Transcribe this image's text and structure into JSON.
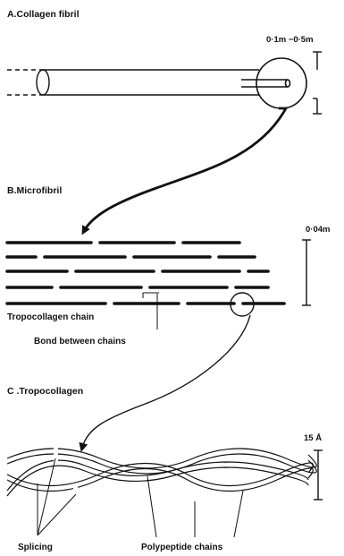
{
  "sections": {
    "a": {
      "title": "A.Collagen  fibril",
      "scale": "0·1m  −0·5m"
    },
    "b": {
      "title": "B.Microfibril",
      "scale": "0·04m",
      "chain_label": "Tropocollagen chain",
      "bond_label": "Bond  between chains"
    },
    "c": {
      "title": "C .Tropocollagen",
      "scale": "15 Å",
      "splicing_label": "Splicing",
      "polypeptide_label": "Polypeptide chains"
    }
  }
}
